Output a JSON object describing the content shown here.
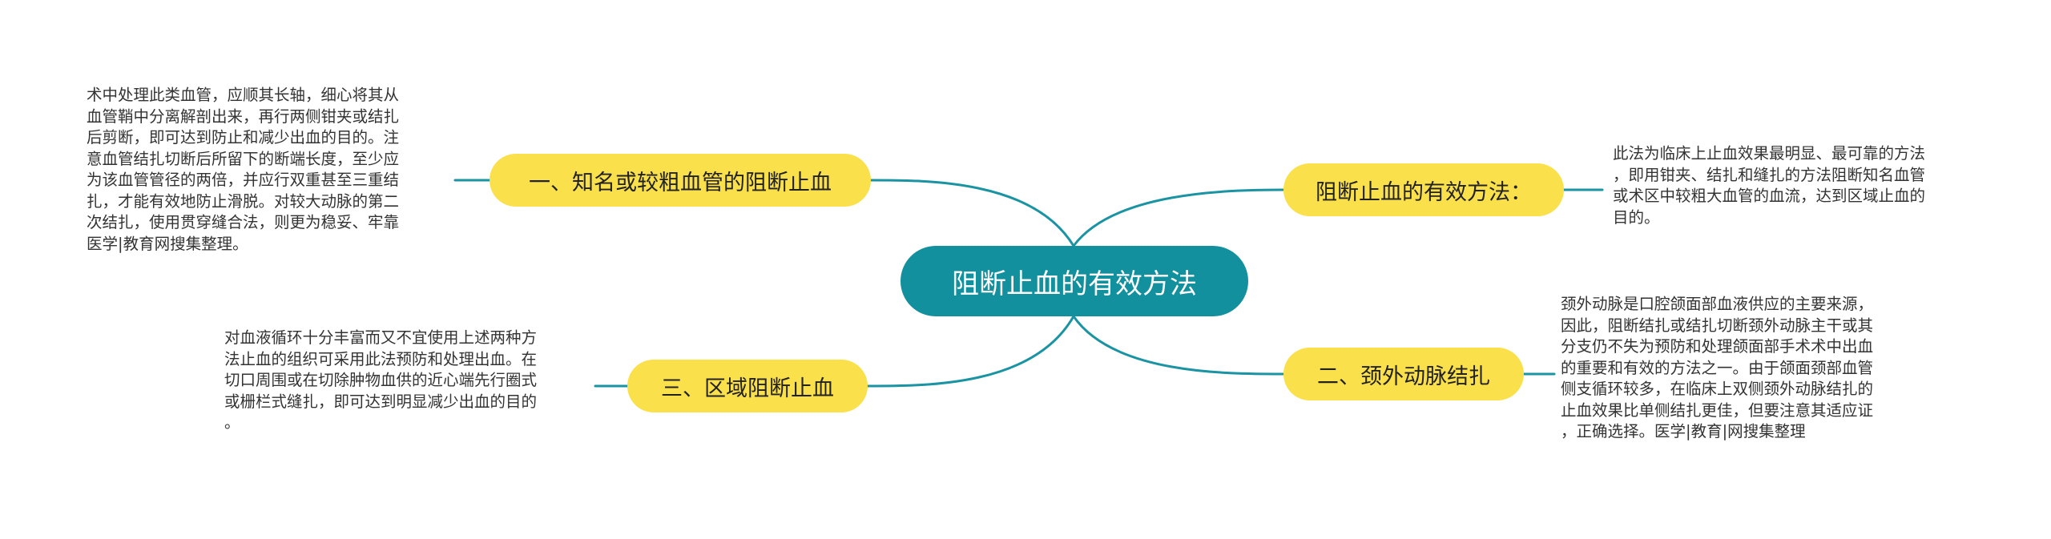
{
  "root": {
    "label": "阻断止血的有效方法"
  },
  "branches": [
    {
      "label": "一、知名或较粗血管的阻断止血",
      "note": [
        "术中处理此类血管，应顺其长轴，细心将其从",
        "血管鞘中分离解剖出来，再行两侧钳夹或结扎",
        "后剪断，即可达到防止和减少出血的目的。注",
        "意血管结扎切断后所留下的断端长度，至少应",
        "为该血管管径的两倍，并应行双重甚至三重结",
        "扎，才能有效地防止滑脱。对较大动脉的第二",
        "次结扎，使用贯穿缝合法，则更为稳妥、牢靠",
        "医学|教育网搜集整理。"
      ]
    },
    {
      "label": "阻断止血的有效方法：",
      "note": [
        "此法为临床上止血效果最明显、最可靠的方法",
        "，即用钳夹、结扎和缝扎的方法阻断知名血管",
        "或术区中较粗大血管的血流，达到区域止血的",
        "目的。"
      ]
    },
    {
      "label": "三、区域阻断止血",
      "note": [
        "对血液循环十分丰富而又不宜使用上述两种方",
        "法止血的组织可采用此法预防和处理出血。在",
        "切口周围或在切除肿物血供的近心端先行圈式",
        "或栅栏式缝扎，即可达到明显减少出血的目的",
        "。"
      ]
    },
    {
      "label": "二、颈外动脉结扎",
      "note": [
        "颈外动脉是口腔颌面部血液供应的主要来源，",
        "因此，阻断结扎或结扎切断颈外动脉主干或其",
        "分支仍不失为预防和处理颌面部手术术中出血",
        "的重要和有效的方法之一。由于颌面颈部血管",
        "侧支循环较多，在临床上双侧颈外动脉结扎的",
        "止血效果比单侧结扎更佳，但要注意其适应证",
        "，正确选择。医学|教育|网搜集整理"
      ]
    }
  ],
  "colors": {
    "root": "#12909d",
    "branch": "#fae04a",
    "line": "#1a93a3"
  }
}
